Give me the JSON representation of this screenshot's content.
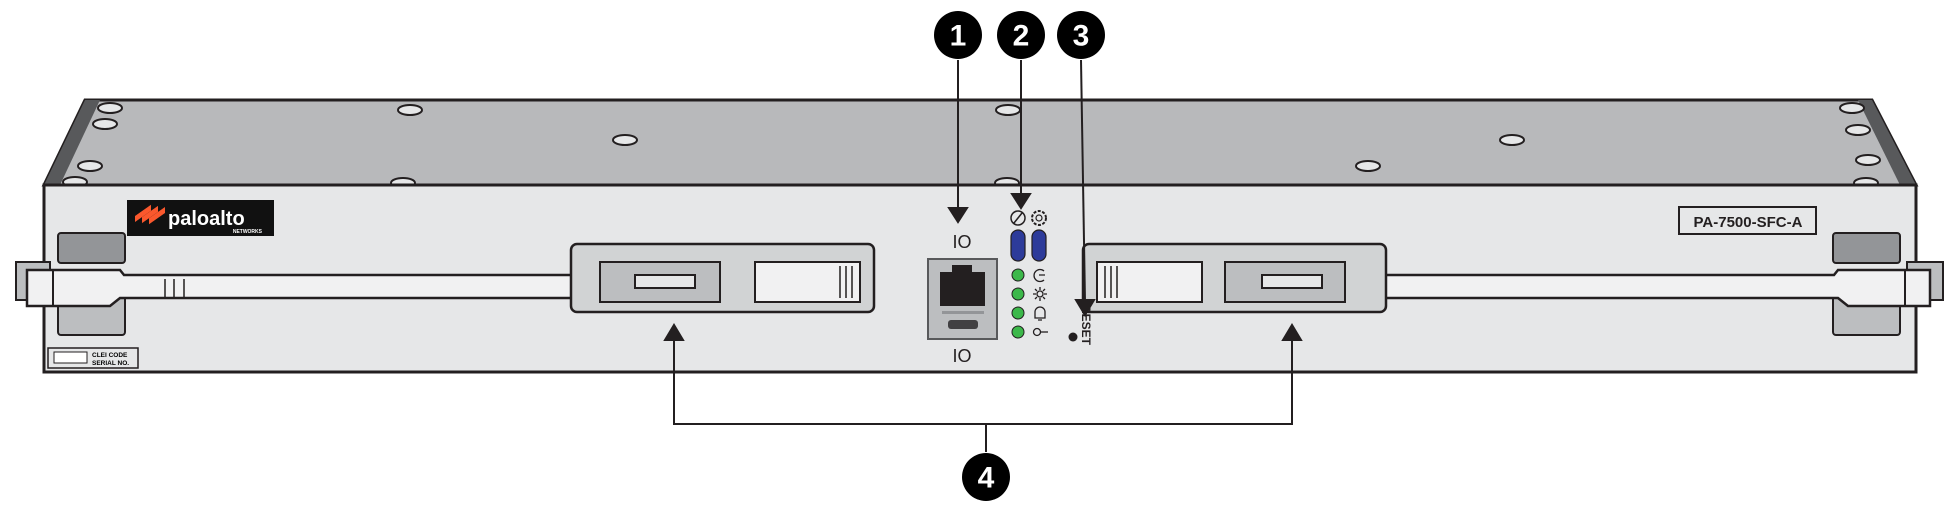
{
  "callouts": [
    "1",
    "2",
    "3",
    "4"
  ],
  "logo": {
    "brand": "paloalto",
    "sub": "NETWORKS",
    "accent": "#fa582d"
  },
  "model_label": "PA-7500-SFC-A",
  "serial_label": {
    "line1": "CLEI CODE",
    "line2": "SERIAL NO."
  },
  "reset_label": "RESET",
  "io_labels": {
    "top": "IO",
    "bottom": "IO"
  },
  "colors": {
    "led_green": "#3cb84a",
    "toggle_blue": "#2d3b9a",
    "chassis_top": "#b8b9bb",
    "chassis_front": "#e6e7e8"
  }
}
